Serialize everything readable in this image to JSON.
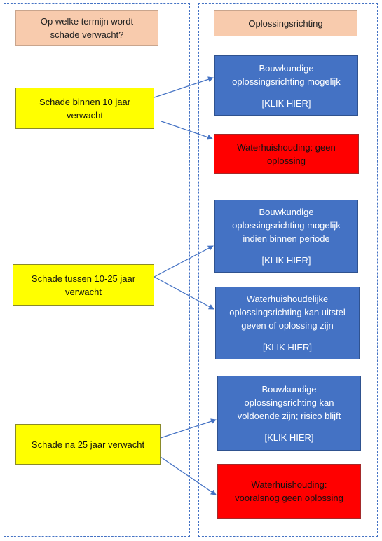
{
  "headers": {
    "left": [
      "Op welke termijn wordt",
      "schade verwacht?"
    ],
    "right": "Oplossingsrichting"
  },
  "causes": [
    {
      "lines": [
        "Schade binnen 10 jaar",
        "verwacht"
      ]
    },
    {
      "lines": [
        "Schade tussen 10-25  jaar",
        "verwacht"
      ]
    },
    {
      "lines": [
        "Schade na 25 jaar verwacht"
      ]
    }
  ],
  "solutions": [
    {
      "lines": [
        "Bouwkundige",
        "oplossingsrichting mogelijk"
      ],
      "link": "[KLIK HIER]"
    },
    {
      "lines": [
        "Waterhuishouding: geen",
        "oplossing"
      ]
    },
    {
      "lines": [
        "Bouwkundige",
        "oplossingsrichting mogelijk",
        "indien binnen periode"
      ],
      "link": "[KLIK HIER]"
    },
    {
      "lines": [
        "Waterhuishoudelijke",
        "oplossingsrichting kan uitstel",
        "geven of oplossing zijn"
      ],
      "link": "[KLIK HIER]"
    },
    {
      "lines": [
        "Bouwkundige",
        "oplossingsrichting kan",
        "voldoende zijn; risico blijft"
      ],
      "link": "[KLIK HIER]"
    },
    {
      "lines": [
        "Waterhuishouding:",
        "vooralsnog geen oplossing"
      ]
    }
  ],
  "colors": {
    "header": "#f8cbad",
    "cause": "#ffff00",
    "solution_blue": "#4472c4",
    "solution_red": "#ff0000",
    "arrow": "#4472c4"
  }
}
